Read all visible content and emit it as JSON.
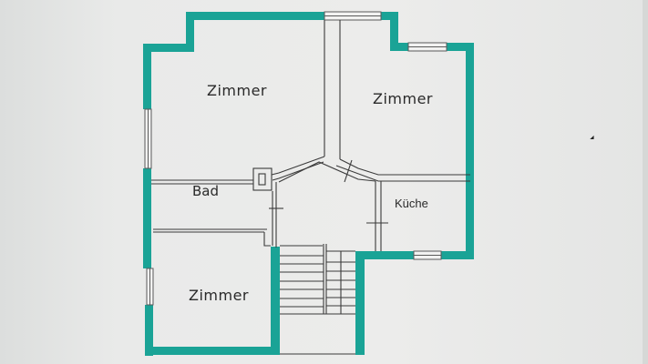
{
  "plan": {
    "wall_color": "#1aa396",
    "line_color": "#3a3a3a",
    "background": "#ececeb"
  },
  "rooms": [
    {
      "id": "zimmer-top-left",
      "label": "Zimmer"
    },
    {
      "id": "zimmer-top-right",
      "label": "Zimmer"
    },
    {
      "id": "bad",
      "label": "Bad"
    },
    {
      "id": "kueche",
      "label": "Küche"
    },
    {
      "id": "zimmer-bottom-left",
      "label": "Zimmer"
    }
  ]
}
